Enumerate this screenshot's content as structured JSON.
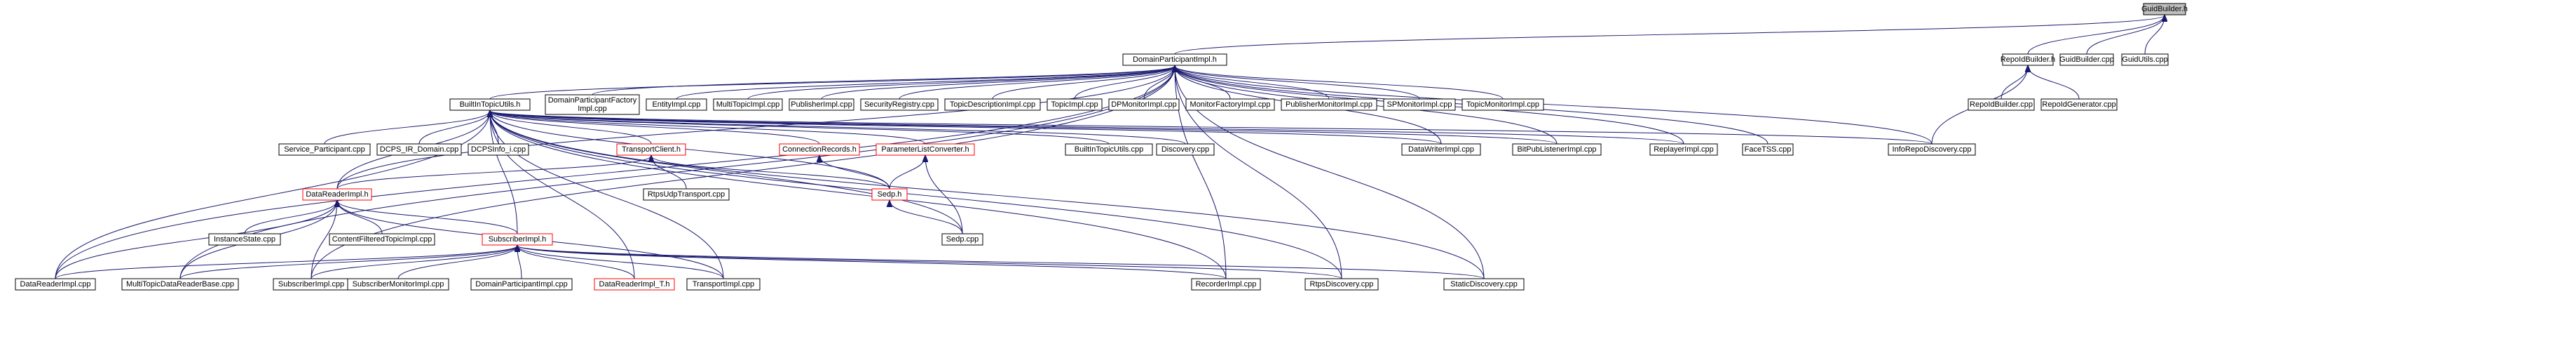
{
  "diagram": {
    "nodes": [
      {
        "id": "GuidBuilder_h",
        "label": "GuidBuilder.h",
        "style": "root"
      },
      {
        "id": "DomainParticipantImpl_h",
        "label": "DomainParticipantImpl.h",
        "style": "normal"
      },
      {
        "id": "RepoIdBuilder_h",
        "label": "RepoIdBuilder.h",
        "style": "normal"
      },
      {
        "id": "GuidBuilder_cpp",
        "label": "GuidBuilder.cpp",
        "style": "normal"
      },
      {
        "id": "GuidUtils_cpp",
        "label": "GuidUtils.cpp",
        "style": "normal"
      },
      {
        "id": "BuiltInTopicUtils_h",
        "label": "BuiltInTopicUtils.h",
        "style": "normal"
      },
      {
        "id": "DomainParticipantFactoryImpl_cpp",
        "label": [
          "DomainParticipantFactory",
          "Impl.cpp"
        ],
        "style": "normal"
      },
      {
        "id": "EntityImpl_cpp",
        "label": "EntityImpl.cpp",
        "style": "normal"
      },
      {
        "id": "MultiTopicImpl_cpp",
        "label": "MultiTopicImpl.cpp",
        "style": "normal"
      },
      {
        "id": "PublisherImpl_cpp",
        "label": "PublisherImpl.cpp",
        "style": "normal"
      },
      {
        "id": "SecurityRegistry_cpp",
        "label": "SecurityRegistry.cpp",
        "style": "normal"
      },
      {
        "id": "TopicDescriptionImpl_cpp",
        "label": "TopicDescriptionImpl.cpp",
        "style": "normal"
      },
      {
        "id": "TopicImpl_cpp",
        "label": "TopicImpl.cpp",
        "style": "normal"
      },
      {
        "id": "DPMonitorImpl_cpp",
        "label": "DPMonitorImpl.cpp",
        "style": "normal"
      },
      {
        "id": "MonitorFactoryImpl_cpp",
        "label": "MonitorFactoryImpl.cpp",
        "style": "normal"
      },
      {
        "id": "PublisherMonitorImpl_cpp",
        "label": "PublisherMonitorImpl.cpp",
        "style": "normal"
      },
      {
        "id": "SPMonitorImpl_cpp",
        "label": "SPMonitorImpl.cpp",
        "style": "normal"
      },
      {
        "id": "TopicMonitorImpl_cpp",
        "label": "TopicMonitorImpl.cpp",
        "style": "normal"
      },
      {
        "id": "RepoIdBuilder_cpp",
        "label": "RepoIdBuilder.cpp",
        "style": "normal"
      },
      {
        "id": "RepoIdGenerator_cpp",
        "label": "RepoIdGenerator.cpp",
        "style": "normal"
      },
      {
        "id": "Service_Participant_cpp",
        "label": "Service_Participant.cpp",
        "style": "normal"
      },
      {
        "id": "DCPS_IR_Domain_cpp",
        "label": "DCPS_IR_Domain.cpp",
        "style": "normal"
      },
      {
        "id": "DCPSInfo_i_cpp",
        "label": "DCPSInfo_i.cpp",
        "style": "normal"
      },
      {
        "id": "TransportClient_h",
        "label": "TransportClient.h",
        "style": "red"
      },
      {
        "id": "ConnectionRecords_h",
        "label": "ConnectionRecords.h",
        "style": "red"
      },
      {
        "id": "ParameterListConverter_h",
        "label": "ParameterListConverter.h",
        "style": "red"
      },
      {
        "id": "BuiltInTopicUtils_cpp",
        "label": "BuiltInTopicUtils.cpp",
        "style": "normal"
      },
      {
        "id": "Discovery_cpp",
        "label": "Discovery.cpp",
        "style": "normal"
      },
      {
        "id": "DataWriterImpl_cpp",
        "label": "DataWriterImpl.cpp",
        "style": "normal"
      },
      {
        "id": "BitPubListenerImpl_cpp",
        "label": "BitPubListenerImpl.cpp",
        "style": "normal"
      },
      {
        "id": "ReplayerImpl_cpp",
        "label": "ReplayerImpl.cpp",
        "style": "normal"
      },
      {
        "id": "FaceTSS_cpp",
        "label": "FaceTSS.cpp",
        "style": "normal"
      },
      {
        "id": "InfoRepoDiscovery_cpp",
        "label": "InfoRepoDiscovery.cpp",
        "style": "normal"
      },
      {
        "id": "DataReaderImpl_h",
        "label": "DataReaderImpl.h",
        "style": "red"
      },
      {
        "id": "RtpsUdpTransport_cpp",
        "label": "RtpsUdpTransport.cpp",
        "style": "normal"
      },
      {
        "id": "Sedp_h",
        "label": "Sedp.h",
        "style": "red"
      },
      {
        "id": "InstanceState_cpp",
        "label": "InstanceState.cpp",
        "style": "normal"
      },
      {
        "id": "ContentFilteredTopicImpl_cpp",
        "label": "ContentFilteredTopicImpl.cpp",
        "style": "normal"
      },
      {
        "id": "Sedp_cpp",
        "label": "Sedp.cpp",
        "style": "normal"
      },
      {
        "id": "SubscriberImpl_h",
        "label": "SubscriberImpl.h",
        "style": "red"
      },
      {
        "id": "DataReaderImpl_cpp",
        "label": "DataReaderImpl.cpp",
        "style": "normal"
      },
      {
        "id": "MultiTopicDataReaderBase_cpp",
        "label": "MultiTopicDataReaderBase.cpp",
        "style": "normal"
      },
      {
        "id": "SubscriberImpl_cpp",
        "label": "SubscriberImpl.cpp",
        "style": "normal"
      },
      {
        "id": "SubscriberMonitorImpl_cpp",
        "label": "SubscriberMonitorImpl.cpp",
        "style": "normal"
      },
      {
        "id": "DomainParticipantImpl_cpp",
        "label": "DomainParticipantImpl.cpp",
        "style": "normal"
      },
      {
        "id": "DataReaderImpl_T_h",
        "label": "DataReaderImpl_T.h",
        "style": "red"
      },
      {
        "id": "TransportImpl_cpp",
        "label": "TransportImpl.cpp",
        "style": "normal"
      },
      {
        "id": "RecorderImpl_cpp",
        "label": "RecorderImpl.cpp",
        "style": "normal"
      },
      {
        "id": "RtpsDiscovery_cpp",
        "label": "RtpsDiscovery.cpp",
        "style": "normal"
      },
      {
        "id": "StaticDiscovery_cpp",
        "label": "StaticDiscovery.cpp",
        "style": "normal"
      }
    ],
    "edges": [
      [
        "DomainParticipantImpl_h",
        "GuidBuilder_h"
      ],
      [
        "RepoIdBuilder_h",
        "GuidBuilder_h"
      ],
      [
        "GuidBuilder_cpp",
        "GuidBuilder_h"
      ],
      [
        "GuidUtils_cpp",
        "GuidBuilder_h"
      ],
      [
        "RepoIdBuilder_cpp",
        "RepoIdBuilder_h"
      ],
      [
        "RepoIdGenerator_cpp",
        "RepoIdBuilder_h"
      ],
      [
        "InfoRepoDiscovery_cpp",
        "RepoIdBuilder_h"
      ],
      [
        "BuiltInTopicUtils_h",
        "DomainParticipantImpl_h"
      ],
      [
        "DomainParticipantFactoryImpl_cpp",
        "DomainParticipantImpl_h"
      ],
      [
        "EntityImpl_cpp",
        "DomainParticipantImpl_h"
      ],
      [
        "MultiTopicImpl_cpp",
        "DomainParticipantImpl_h"
      ],
      [
        "PublisherImpl_cpp",
        "DomainParticipantImpl_h"
      ],
      [
        "SecurityRegistry_cpp",
        "DomainParticipantImpl_h"
      ],
      [
        "TopicDescriptionImpl_cpp",
        "DomainParticipantImpl_h"
      ],
      [
        "TopicImpl_cpp",
        "DomainParticipantImpl_h"
      ],
      [
        "DPMonitorImpl_cpp",
        "DomainParticipantImpl_h"
      ],
      [
        "MonitorFactoryImpl_cpp",
        "DomainParticipantImpl_h"
      ],
      [
        "PublisherMonitorImpl_cpp",
        "DomainParticipantImpl_h"
      ],
      [
        "SPMonitorImpl_cpp",
        "DomainParticipantImpl_h"
      ],
      [
        "TopicMonitorImpl_cpp",
        "DomainParticipantImpl_h"
      ],
      [
        "DataWriterImpl_cpp",
        "DomainParticipantImpl_h"
      ],
      [
        "BitPubListenerImpl_cpp",
        "DomainParticipantImpl_h"
      ],
      [
        "ReplayerImpl_cpp",
        "DomainParticipantImpl_h"
      ],
      [
        "FaceTSS_cpp",
        "DomainParticipantImpl_h"
      ],
      [
        "InfoRepoDiscovery_cpp",
        "DomainParticipantImpl_h"
      ],
      [
        "DataReaderImpl_h",
        "DomainParticipantImpl_h"
      ],
      [
        "DataReaderImpl_cpp",
        "DomainParticipantImpl_h"
      ],
      [
        "MultiTopicDataReaderBase_cpp",
        "DomainParticipantImpl_h"
      ],
      [
        "SubscriberImpl_cpp",
        "DomainParticipantImpl_h"
      ],
      [
        "RecorderImpl_cpp",
        "DomainParticipantImpl_h"
      ],
      [
        "RtpsDiscovery_cpp",
        "DomainParticipantImpl_h"
      ],
      [
        "StaticDiscovery_cpp",
        "DomainParticipantImpl_h"
      ],
      [
        "Service_Participant_cpp",
        "BuiltInTopicUtils_h"
      ],
      [
        "DCPS_IR_Domain_cpp",
        "BuiltInTopicUtils_h"
      ],
      [
        "DCPSInfo_i_cpp",
        "BuiltInTopicUtils_h"
      ],
      [
        "TransportClient_h",
        "BuiltInTopicUtils_h"
      ],
      [
        "ConnectionRecords_h",
        "BuiltInTopicUtils_h"
      ],
      [
        "ParameterListConverter_h",
        "BuiltInTopicUtils_h"
      ],
      [
        "BuiltInTopicUtils_cpp",
        "BuiltInTopicUtils_h"
      ],
      [
        "Discovery_cpp",
        "BuiltInTopicUtils_h"
      ],
      [
        "DataWriterImpl_cpp",
        "BuiltInTopicUtils_h"
      ],
      [
        "BitPubListenerImpl_cpp",
        "BuiltInTopicUtils_h"
      ],
      [
        "ReplayerImpl_cpp",
        "BuiltInTopicUtils_h"
      ],
      [
        "InfoRepoDiscovery_cpp",
        "BuiltInTopicUtils_h"
      ],
      [
        "DataReaderImpl_h",
        "BuiltInTopicUtils_h"
      ],
      [
        "Sedp_h",
        "BuiltInTopicUtils_h"
      ],
      [
        "Sedp_cpp",
        "BuiltInTopicUtils_h"
      ],
      [
        "SubscriberImpl_h",
        "BuiltInTopicUtils_h"
      ],
      [
        "DataReaderImpl_cpp",
        "BuiltInTopicUtils_h"
      ],
      [
        "DataReaderImpl_T_h",
        "BuiltInTopicUtils_h"
      ],
      [
        "TransportImpl_cpp",
        "BuiltInTopicUtils_h"
      ],
      [
        "RecorderImpl_cpp",
        "BuiltInTopicUtils_h"
      ],
      [
        "RtpsDiscovery_cpp",
        "BuiltInTopicUtils_h"
      ],
      [
        "StaticDiscovery_cpp",
        "BuiltInTopicUtils_h"
      ],
      [
        "DataReaderImpl_h",
        "TransportClient_h"
      ],
      [
        "RtpsUdpTransport_cpp",
        "TransportClient_h"
      ],
      [
        "Sedp_h",
        "TransportClient_h"
      ],
      [
        "Sedp_h",
        "ConnectionRecords_h"
      ],
      [
        "Sedp_h",
        "ParameterListConverter_h"
      ],
      [
        "Sedp_cpp",
        "ParameterListConverter_h"
      ],
      [
        "Sedp_cpp",
        "Sedp_h"
      ],
      [
        "InstanceState_cpp",
        "DataReaderImpl_h"
      ],
      [
        "ContentFilteredTopicImpl_cpp",
        "DataReaderImpl_h"
      ],
      [
        "SubscriberImpl_h",
        "DataReaderImpl_h"
      ],
      [
        "DataReaderImpl_cpp",
        "DataReaderImpl_h"
      ],
      [
        "MultiTopicDataReaderBase_cpp",
        "DataReaderImpl_h"
      ],
      [
        "SubscriberImpl_cpp",
        "DataReaderImpl_h"
      ],
      [
        "TransportImpl_cpp",
        "DataReaderImpl_h"
      ],
      [
        "DataReaderImpl_cpp",
        "SubscriberImpl_h"
      ],
      [
        "MultiTopicDataReaderBase_cpp",
        "SubscriberImpl_h"
      ],
      [
        "SubscriberImpl_cpp",
        "SubscriberImpl_h"
      ],
      [
        "SubscriberMonitorImpl_cpp",
        "SubscriberImpl_h"
      ],
      [
        "DomainParticipantImpl_cpp",
        "SubscriberImpl_h"
      ],
      [
        "DataReaderImpl_T_h",
        "SubscriberImpl_h"
      ],
      [
        "TransportImpl_cpp",
        "SubscriberImpl_h"
      ],
      [
        "RecorderImpl_cpp",
        "SubscriberImpl_h"
      ],
      [
        "RtpsDiscovery_cpp",
        "SubscriberImpl_h"
      ],
      [
        "StaticDiscovery_cpp",
        "SubscriberImpl_h"
      ]
    ],
    "colors": {
      "edge": "#191970",
      "node_border": "#000000",
      "node_border_incomplete": "#ff0000",
      "root_fill": "#bfbfbf",
      "node_fill": "#ffffff"
    }
  }
}
